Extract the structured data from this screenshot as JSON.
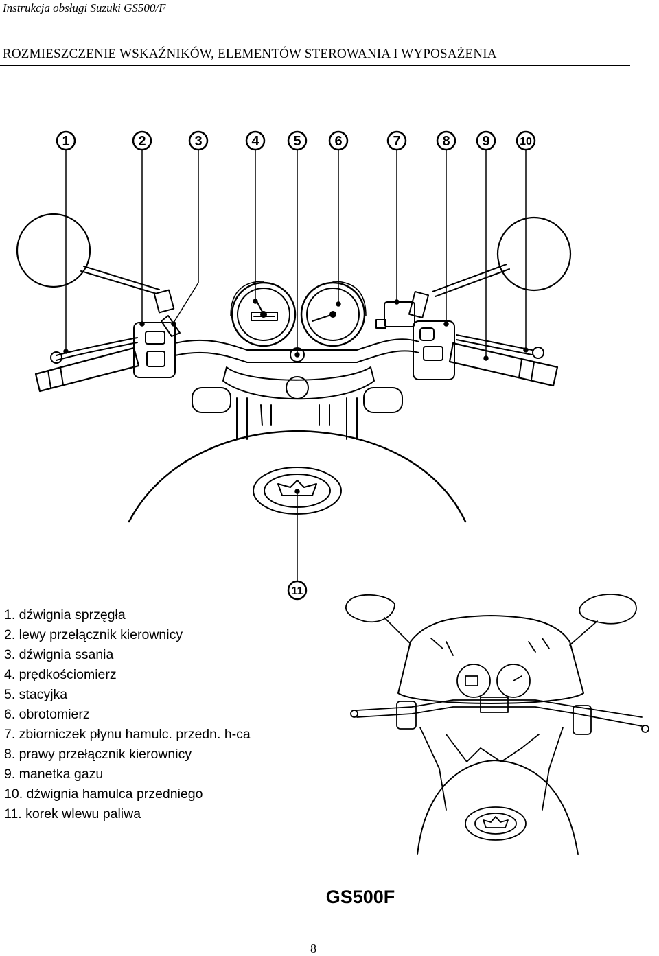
{
  "header": {
    "doc_title": "Instrukcja obsługi Suzuki GS500/F"
  },
  "section_title": "ROZMIESZCZENIE WSKAŹNIKÓW, ELEMENTÓW STEROWANIA I WYPOSAŻENIA",
  "callouts": [
    "1",
    "2",
    "3",
    "4",
    "5",
    "6",
    "7",
    "8",
    "9",
    "10",
    "11"
  ],
  "legend": [
    "1.  dźwignia sprzęgła",
    "2.  lewy przełącznik kierownicy",
    "3.  dźwignia ssania",
    "4.  prędkościomierz",
    "5.  stacyjka",
    "6.  obrotomierz",
    "7.  zbiorniczek płynu hamulc. przedn. h-ca",
    "8.  prawy przełącznik kierownicy",
    "9.  manetka gazu",
    "10. dźwignia hamulca przedniego",
    "11. korek wlewu paliwa"
  ],
  "model_label": "GS500F",
  "page_number": "8"
}
